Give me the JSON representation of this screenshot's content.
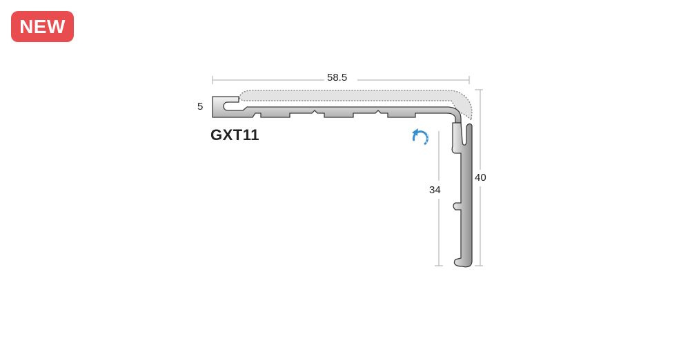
{
  "badge": {
    "label": "NEW",
    "color": "#e84c4f"
  },
  "product": {
    "model": "GXT11"
  },
  "dimensions": {
    "top_width": "58.5",
    "left_height": "5",
    "inner_leg": "34",
    "outer_leg": "40"
  },
  "icons": {
    "rotate": "rotate-icon"
  },
  "colors": {
    "profile_fill": "#d8d8d8",
    "profile_stroke": "#3a3a3a",
    "insert_fill": "#e6e6e6",
    "rotate_icon": "#3a8fcf"
  }
}
